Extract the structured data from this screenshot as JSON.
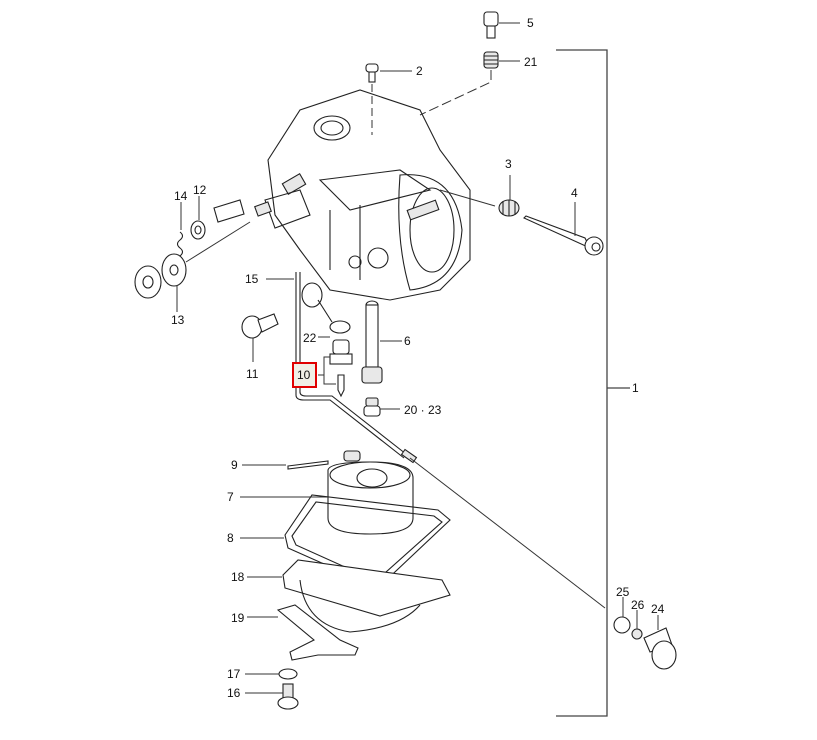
{
  "diagram": {
    "title": "Carburetor exploded parts diagram",
    "highlight_color": "#e00000",
    "highlighted_callout": "10",
    "callouts": [
      {
        "id": "1",
        "label": "1"
      },
      {
        "id": "2",
        "label": "2"
      },
      {
        "id": "3",
        "label": "3"
      },
      {
        "id": "4",
        "label": "4"
      },
      {
        "id": "5",
        "label": "5"
      },
      {
        "id": "6",
        "label": "6"
      },
      {
        "id": "7",
        "label": "7"
      },
      {
        "id": "8",
        "label": "8"
      },
      {
        "id": "9",
        "label": "9"
      },
      {
        "id": "10",
        "label": "10"
      },
      {
        "id": "11",
        "label": "11"
      },
      {
        "id": "12",
        "label": "12"
      },
      {
        "id": "13",
        "label": "13"
      },
      {
        "id": "14",
        "label": "14"
      },
      {
        "id": "15",
        "label": "15"
      },
      {
        "id": "16",
        "label": "16"
      },
      {
        "id": "17",
        "label": "17"
      },
      {
        "id": "18",
        "label": "18"
      },
      {
        "id": "19",
        "label": "19"
      },
      {
        "id": "20-23",
        "label": "20 · 23"
      },
      {
        "id": "21",
        "label": "21"
      },
      {
        "id": "22",
        "label": "22"
      },
      {
        "id": "24",
        "label": "24"
      },
      {
        "id": "25",
        "label": "25"
      },
      {
        "id": "26",
        "label": "26"
      }
    ]
  }
}
